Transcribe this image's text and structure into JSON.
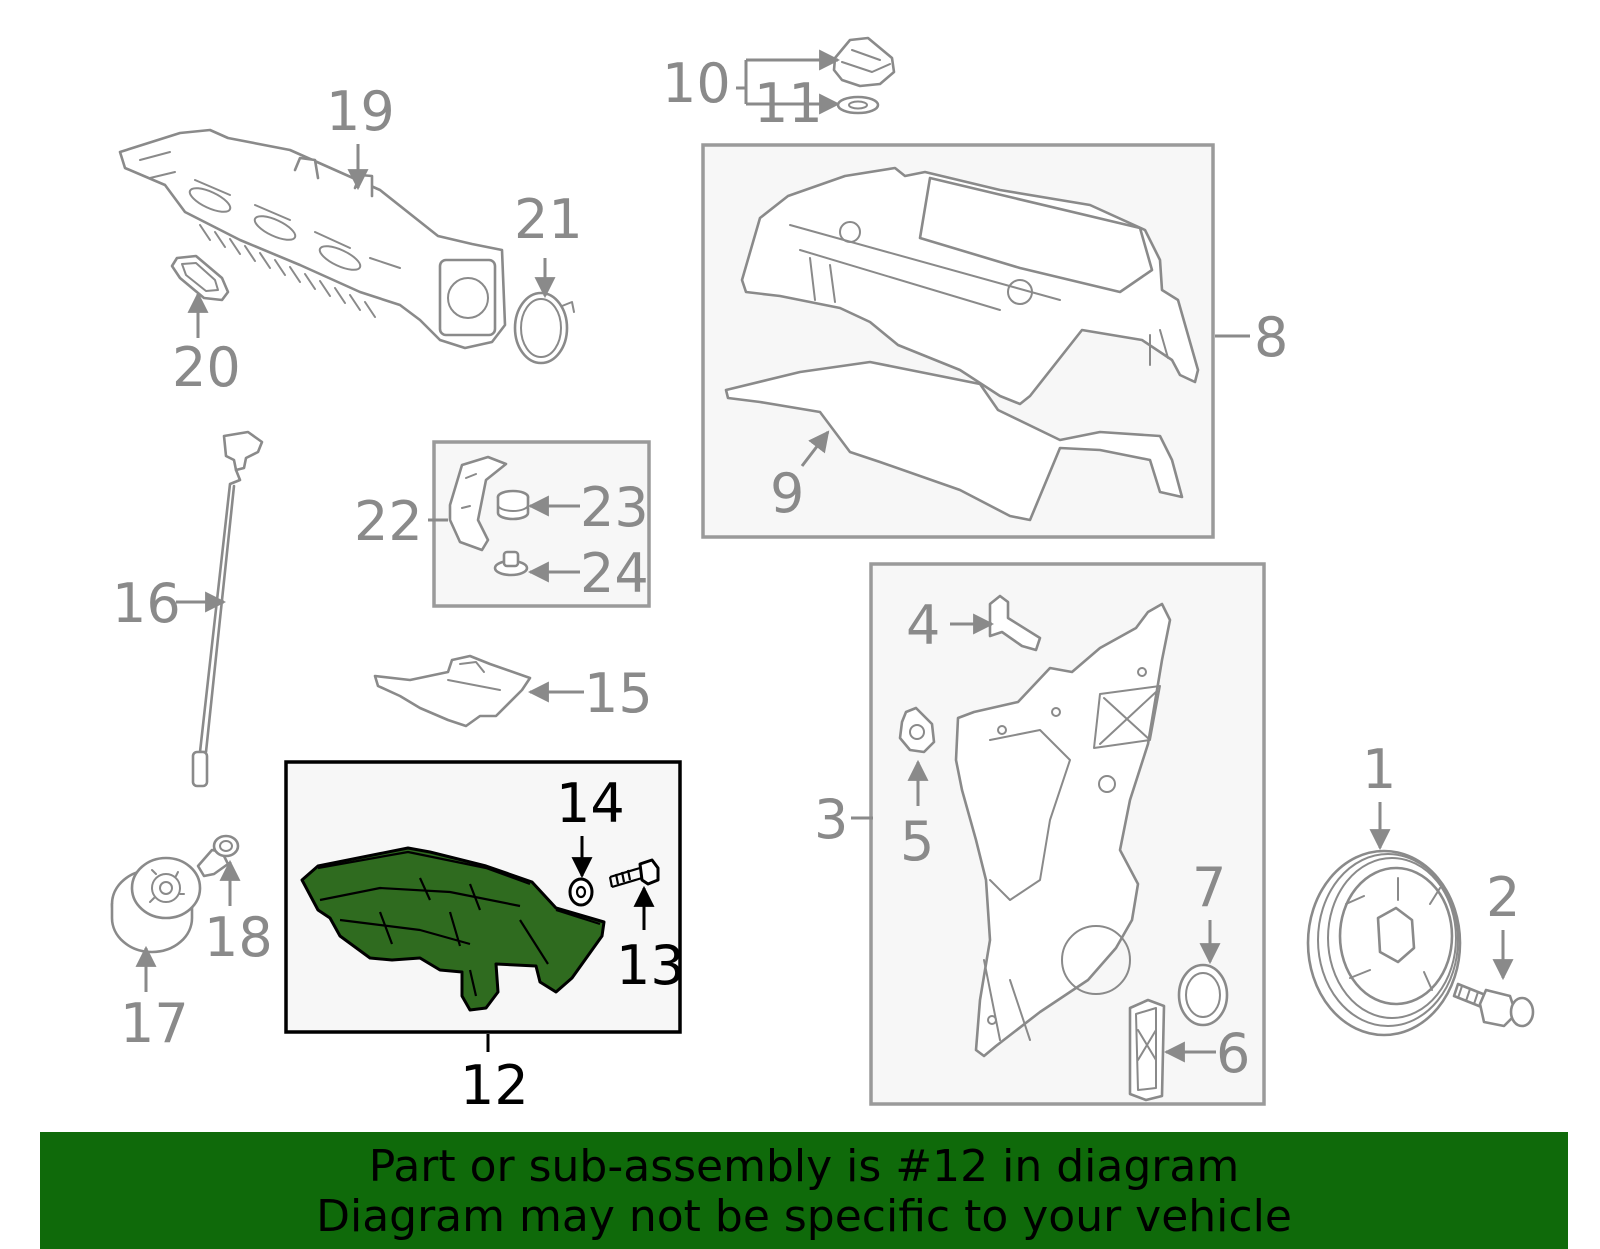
{
  "callouts": {
    "c1": "1",
    "c2": "2",
    "c3": "3",
    "c4": "4",
    "c5": "5",
    "c6": "6",
    "c7": "7",
    "c8": "8",
    "c9": "9",
    "c10": "10",
    "c11": "11",
    "c12": "12",
    "c13": "13",
    "c14": "14",
    "c15": "15",
    "c16": "16",
    "c17": "17",
    "c18": "18",
    "c19": "19",
    "c20": "20",
    "c21": "21",
    "c22": "22",
    "c23": "23",
    "c24": "24"
  },
  "highlighted_part": "12",
  "colors": {
    "highlight_fill": "#2f6b1f",
    "banner_background": "#0f6a0a",
    "callout_gray": "#8a8a8a",
    "highlight_text": "#000000"
  },
  "footer": {
    "line1": "Part or sub-assembly is #12 in diagram",
    "line2": "Diagram may not be specific to your vehicle"
  }
}
